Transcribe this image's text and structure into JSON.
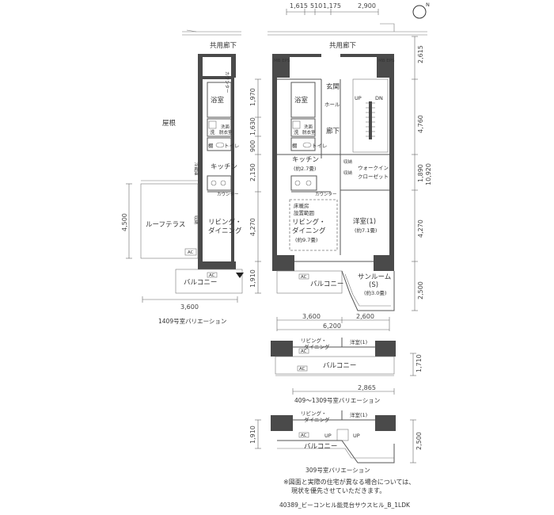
{
  "top_dims": {
    "d1": "1,615",
    "d2": "510",
    "d3": "1,175",
    "d4": "2,900"
  },
  "corridor": "共用廊下",
  "small_unit": {
    "roof": "屋根",
    "meter": "カウンター",
    "bath": "浴室",
    "wash": "洗",
    "washroom": "洗面\n脱衣室",
    "shelf": "棚",
    "toilet": "トイレ",
    "kitchen": "キッチン",
    "fridge": "冷蔵庫",
    "counter": "カウンター",
    "roof_terrace": "ルーフテラス",
    "living": "リビング・\nダイニング",
    "storage": "収納",
    "balcony": "バルコニー",
    "ac": "AC",
    "dim_height": "4,500",
    "dim_width": "3,600",
    "caption": "1409号室バリエーション"
  },
  "main_unit": {
    "mb_eps": "MB EPS",
    "bath": "浴室",
    "wash": "洗",
    "washroom": "洗面\n脱衣室",
    "shelf": "棚",
    "toilet": "トイレ",
    "entrance": "玄関",
    "hall": "ホール",
    "hallway": "廊下",
    "up": "UP",
    "dn": "DN",
    "storage": "収納",
    "kitchen": "キッチン\n(約2.7畳)",
    "counter": "カウンター",
    "walkin": "ウォークイン\nクローゼット",
    "floor_heating": "床暖房\n設置範囲",
    "living": "リビング・\nダイニング\n(約9.7畳)",
    "western": "洋室(1)\n(約7.1畳)",
    "sunroom": "サンルーム\n(S)\n(約3.0畳)",
    "balcony": "バルコニー",
    "ac": "AC",
    "right_dims": [
      "2,615",
      "4,760",
      "1,890",
      "4,270",
      "2,500"
    ],
    "right_total": "10,920",
    "left_dims": [
      "1,970",
      "1,630",
      "900",
      "2,150",
      "4,270",
      "1,910"
    ],
    "bottom_dims": [
      "3,600",
      "2,600"
    ],
    "bottom_total": "6,200"
  },
  "var1": {
    "living": "リビング・\nダイニング",
    "western": "洋室(1)",
    "balcony": "バルコニー",
    "ac": "AC",
    "dim_right": "1,710",
    "dim_bottom": "2,865",
    "caption": "409～1309号室バリエーション"
  },
  "var2": {
    "living": "リビング・\nダイニング",
    "western": "洋室(1)",
    "up1": "UP",
    "up2": "UP",
    "balcony": "バルコニー",
    "ac": "AC",
    "dim_left": "1,910",
    "dim_right": "2,500",
    "caption": "309号室バリエーション"
  },
  "compass": "N",
  "note": "※図面と実際の住宅が異なる場合については、\n現状を優先させていただきます。",
  "footer": "40389_ビーコンヒル能見台サウスヒル_B_1LDK"
}
